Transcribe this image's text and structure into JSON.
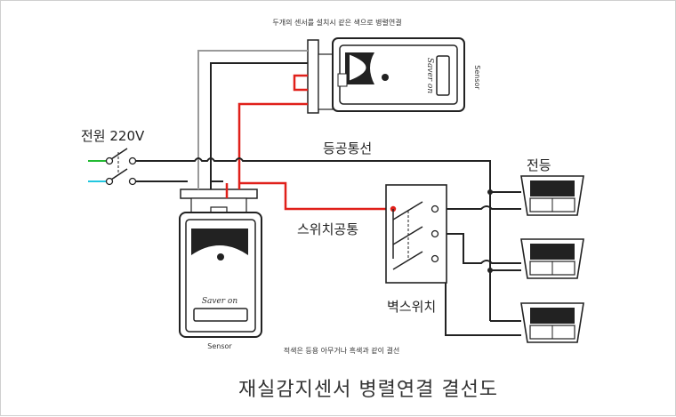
{
  "title": "재실감지센서 병렬연결 결선도",
  "top_note": "두개의 센서를 설치시 같은 색으로 병렬연결",
  "bottom_note": "적색은 등용 아무거나 흑색과 같이 결선",
  "labels": {
    "power": "전원 220V",
    "lamp_common": "등공통선",
    "switch_common": "스위치공통",
    "lamp": "전등",
    "wall_switch": "벽스위치"
  },
  "sensors": [
    {
      "brand": "Saver on",
      "label": "Sensor"
    },
    {
      "brand": "Saver on",
      "label": "Sensor"
    }
  ],
  "colors": {
    "wire_black": "#222222",
    "wire_red": "#e0201a",
    "wire_gray": "#9a9a9a",
    "power_green": "#22bb33",
    "power_cyan": "#22c7e0"
  },
  "lamp_count": 3
}
